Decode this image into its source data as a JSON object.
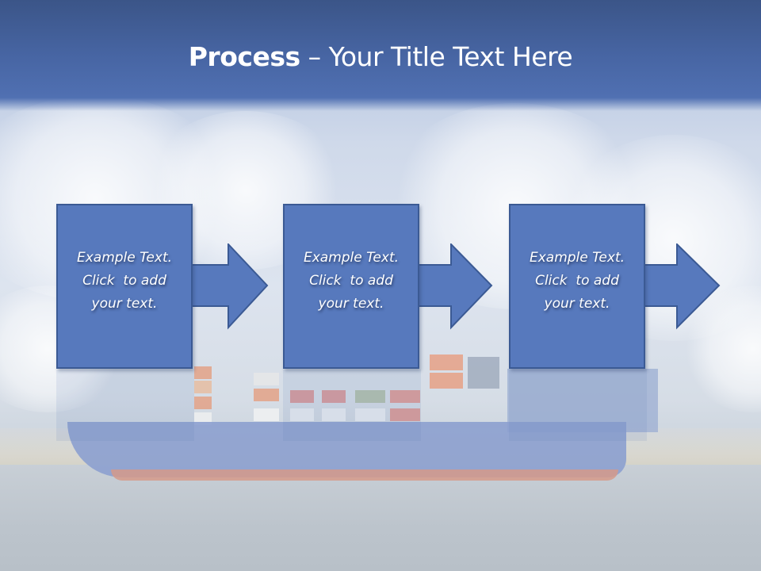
{
  "slide": {
    "title_bold": "Process",
    "title_rest": " – Your Title Text Here",
    "background_image": "container-ship-harbor-photo",
    "colors": {
      "header_top": "#3b5588",
      "header_bottom": "#5070b2",
      "shape_fill": "#5779bd",
      "shape_border": "#3b5a94",
      "text": "#ffffff"
    }
  },
  "process": {
    "steps": [
      {
        "line1": "Example Text.",
        "line2": "Click  to add",
        "line3": "your text.",
        "arrow_icon": "right-arrow-icon"
      },
      {
        "line1": "Example Text.",
        "line2": "Click  to add",
        "line3": "your text.",
        "arrow_icon": "right-arrow-icon"
      },
      {
        "line1": "Example Text.",
        "line2": "Click  to add",
        "line3": "your text.",
        "arrow_icon": "right-arrow-icon"
      }
    ]
  }
}
